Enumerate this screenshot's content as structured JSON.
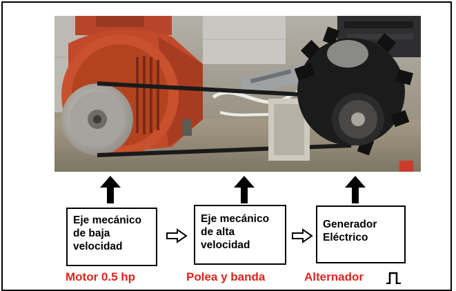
{
  "blocks": [
    {
      "id": "low-speed-shaft",
      "lines": [
        "Eje mecánico",
        "de baja",
        "velocidad"
      ]
    },
    {
      "id": "high-speed-shaft",
      "lines": [
        "Eje mecánico",
        "de alta",
        "velocidad"
      ]
    },
    {
      "id": "generator",
      "lines": [
        "Generador",
        "Eléctrico"
      ]
    }
  ],
  "components": [
    {
      "id": "motor",
      "label": "Motor 0.5 hp"
    },
    {
      "id": "pulley",
      "label": "Polea y banda"
    },
    {
      "id": "alternator",
      "label": "Alternador"
    }
  ],
  "colors": {
    "label": "#e0241b",
    "frame": "#000000",
    "motor": "#c24a2a",
    "alternator": "#1b1b1b"
  },
  "icons": [
    "up-arrow-icon",
    "right-hollow-arrow-icon",
    "square-wave-icon"
  ]
}
